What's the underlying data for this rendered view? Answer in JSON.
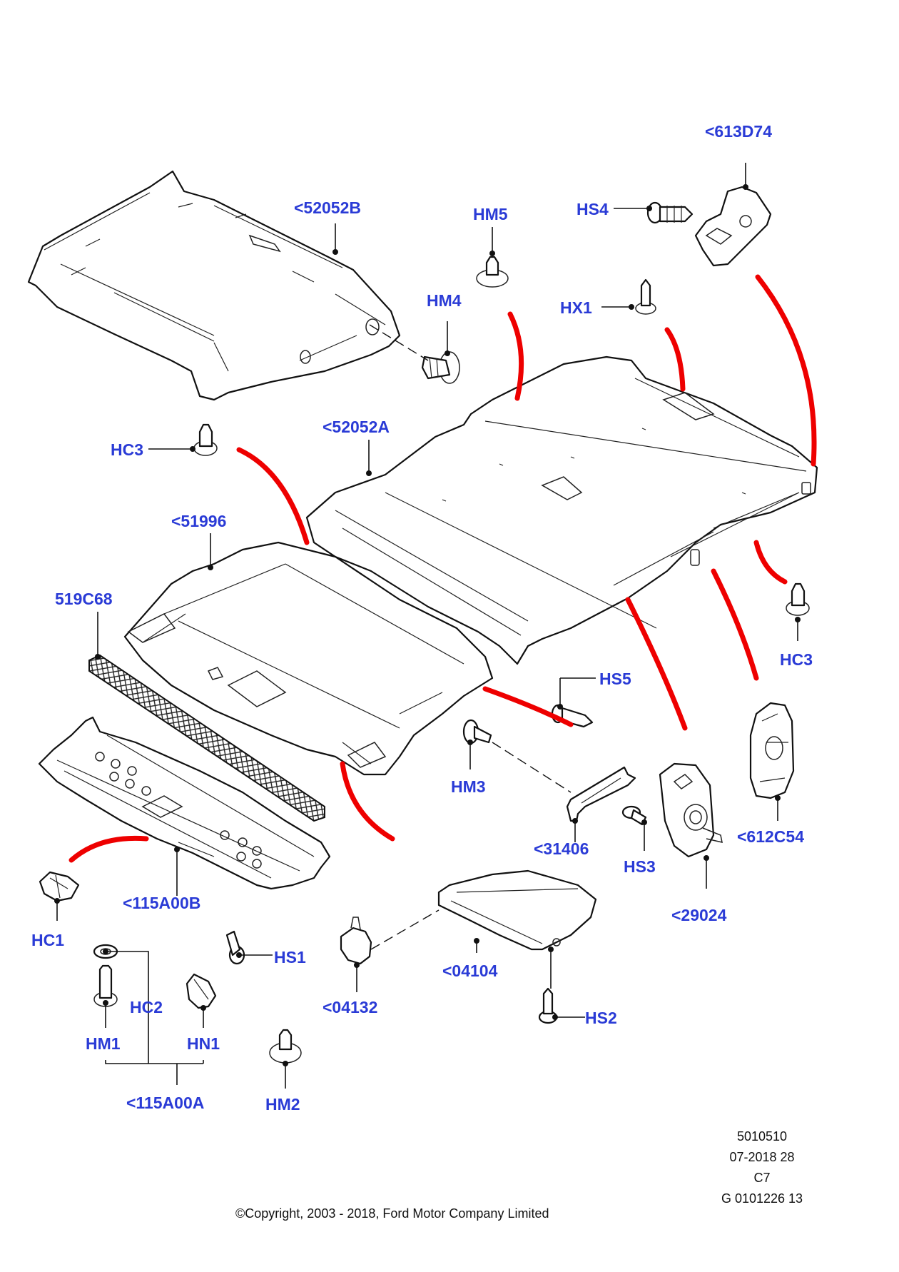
{
  "labels": {
    "l613D74": "<613D74",
    "l52052B": "<52052B",
    "HM5": "HM5",
    "HS4": "HS4",
    "HM4": "HM4",
    "HX1": "HX1",
    "l52052A": "<52052A",
    "HC3_top": "HC3",
    "l51996": "<51996",
    "l519C68": "519C68",
    "HC3_right": "HC3",
    "HS5": "HS5",
    "HM3": "HM3",
    "l31406": "<31406",
    "HS3": "HS3",
    "l612C54": "<612C54",
    "l29024": "<29024",
    "l115A00B": "<115A00B",
    "HC1": "HC1",
    "HS1": "HS1",
    "l04104": "<04104",
    "HC2": "HC2",
    "HM1": "HM1",
    "HN1": "HN1",
    "l04132": "<04132",
    "HS2": "HS2",
    "HM2": "HM2",
    "l115A00A": "<115A00A"
  },
  "footer": {
    "code_1": "5010510",
    "code_2": "07-2018 28",
    "code_3": "C7",
    "code_4": "G 0101226 13",
    "copyright": "©Copyright, 2003 - 2018, Ford Motor Company Limited"
  },
  "colors": {
    "label_text": "#2a3bd6",
    "arrow": "#ee0000",
    "line_art": "#111111"
  }
}
